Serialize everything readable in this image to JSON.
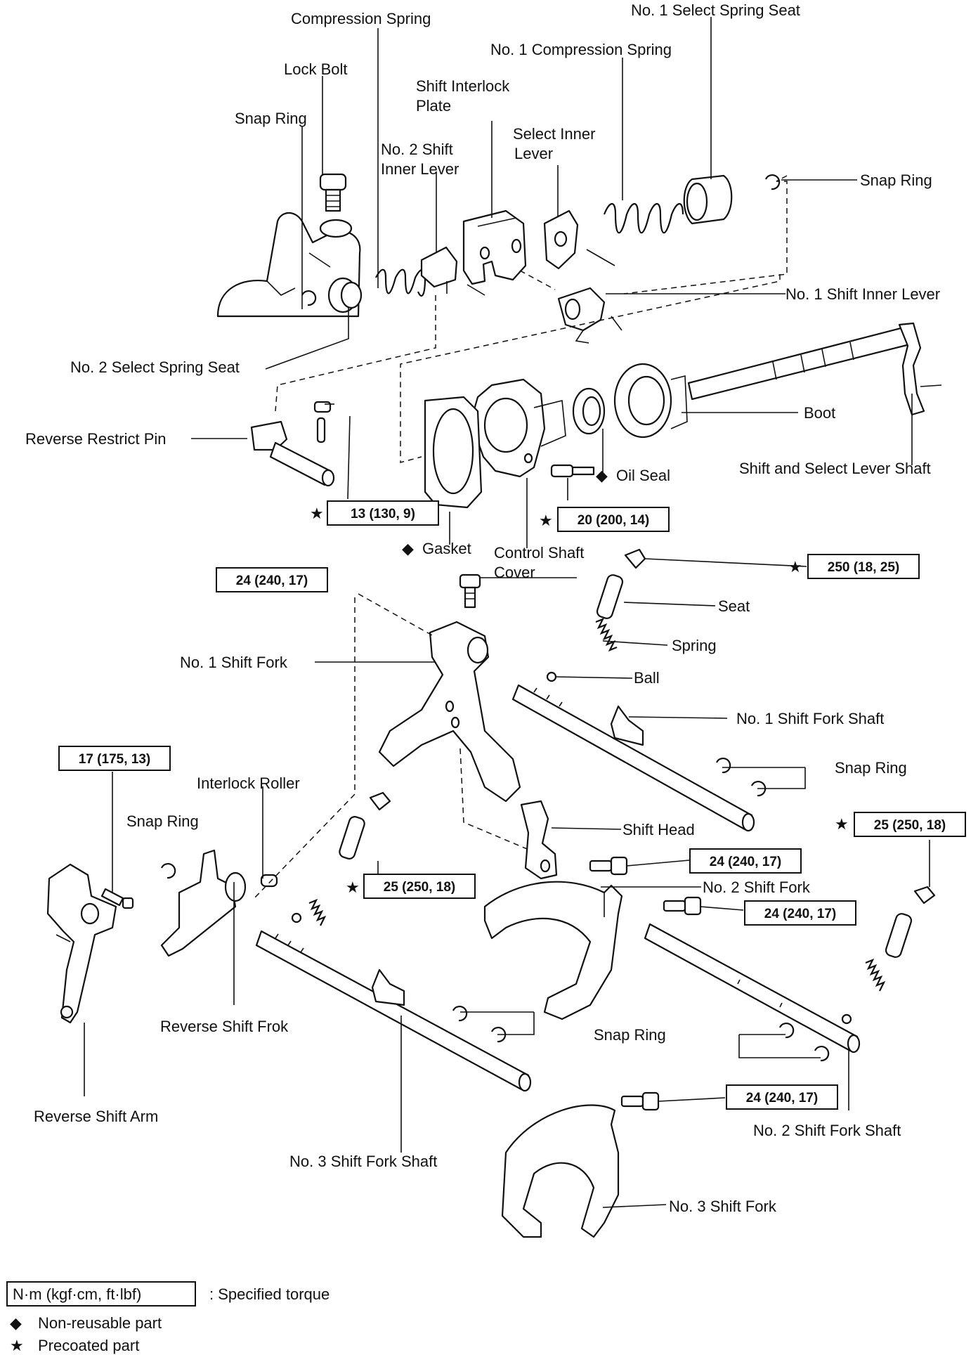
{
  "labels": {
    "compression_spring": "Compression Spring",
    "no1_select_spring_seat": "No. 1 Select Spring Seat",
    "no1_compression_spring": "No. 1 Compression Spring",
    "lock_bolt": "Lock Bolt",
    "shift_interlock_plate_1": "Shift Interlock",
    "shift_interlock_plate_2": "Plate",
    "snap_ring_top_left": "Snap Ring",
    "no2_shift_inner_lever_1": "No. 2 Shift",
    "no2_shift_inner_lever_2": "Inner Lever",
    "select_inner_lever_1": "Select Inner",
    "select_inner_lever_2": "Lever",
    "snap_ring_top_right": "Snap Ring",
    "no1_shift_inner_lever": "No. 1 Shift Inner Lever",
    "no2_select_spring_seat": "No. 2 Select Spring Seat",
    "reverse_restrict_pin": "Reverse Restrict Pin",
    "boot": "Boot",
    "shift_and_select_lever_shaft": "Shift and Select Lever Shaft",
    "oil_seal": "Oil Seal",
    "gasket": "Gasket",
    "control_shaft_cover_1": "Control Shaft",
    "control_shaft_cover_2": "Cover",
    "seat": "Seat",
    "spring": "Spring",
    "ball": "Ball",
    "no1_shift_fork": "No. 1 Shift Fork",
    "no1_shift_fork_shaft": "No. 1 Shift Fork Shaft",
    "snap_ring_mid_right": "Snap Ring",
    "interlock_roller": "Interlock Roller",
    "snap_ring_left": "Snap Ring",
    "shift_head": "Shift Head",
    "no2_shift_fork": "No. 2 Shift Fork",
    "reverse_shift_frok": "Reverse Shift Frok",
    "snap_ring_bottom": "Snap Ring",
    "reverse_shift_arm": "Reverse Shift Arm",
    "no2_shift_fork_shaft": "No. 2 Shift Fork Shaft",
    "no3_shift_fork_shaft": "No. 3 Shift Fork Shaft",
    "no3_shift_fork": "No. 3 Shift Fork"
  },
  "torques": {
    "t_13_130_9": "13 (130, 9)",
    "t_20_200_14": "20 (200, 14)",
    "t_24_240_17_a": "24 (240, 17)",
    "t_250_18_25": "250 (18, 25)",
    "t_17_175_13": "17 (175, 13)",
    "t_25_250_18_a": "25 (250, 18)",
    "t_25_250_18_b": "25 (250, 18)",
    "t_24_240_17_b": "24 (240, 17)",
    "t_24_240_17_c": "24 (240, 17)",
    "t_24_240_17_d": "24 (240, 17)"
  },
  "symbols": {
    "star": "★",
    "diamond": "◆"
  },
  "legend": {
    "torque_box": "N·m (kgf·cm, ft·lbf)",
    "torque_desc": ": Specified torque",
    "non_reusable": "Non-reusable part",
    "precoated": "Precoated part"
  }
}
